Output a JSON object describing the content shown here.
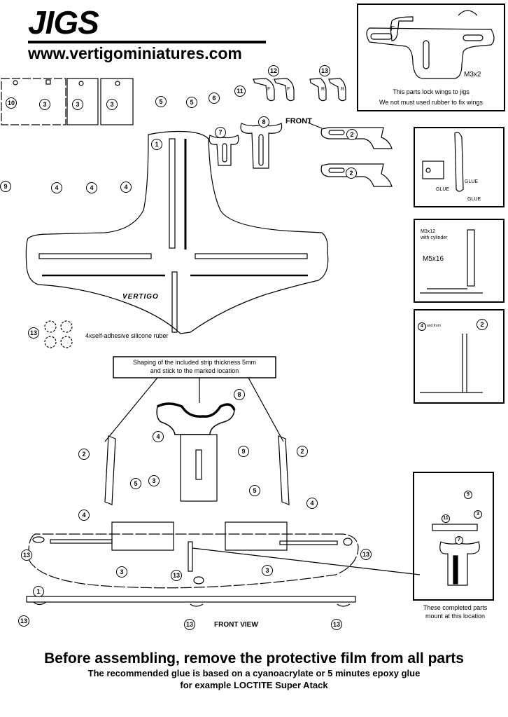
{
  "header": {
    "title": "JIGS",
    "website": "www.vertigominiatures.com"
  },
  "top_right_panel": {
    "spec": "M3x2",
    "part_letter": "F",
    "note_line1": "This parts lock wings to jigs",
    "note_line2": "We not must used rubber to fix wings"
  },
  "glue_panel": {
    "labels": [
      "GLUE",
      "GLUE",
      "GLUE"
    ]
  },
  "screws_panel": {
    "label_m3": "M3x12",
    "label_cylinder": "with cylinder",
    "label_m5": "M5x16"
  },
  "assembly_panel": {
    "label_and_from": "and from"
  },
  "mount_panel": {
    "caption_line1": "These completed parts",
    "caption_line2": "mount at this location"
  },
  "parts_sheet": {
    "callouts_row1": [
      "10",
      "3",
      "3",
      "3",
      "5",
      "5",
      "6",
      "11",
      "12",
      "13"
    ],
    "callouts_row2": [
      "9",
      "4",
      "4",
      "4",
      "1",
      "7",
      "8",
      "2",
      "2"
    ],
    "wing_letters": [
      "F",
      "F",
      "R",
      "R"
    ],
    "front_label": "FRONT",
    "base_logo": "VERTIGO",
    "rubber_callout": "13",
    "rubber_label": "4xself-adhesive silicone ruber"
  },
  "assembly": {
    "strip_note_line1": "Shaping of the included strip thickness 5mm",
    "strip_note_line2": "and stick to the marked location",
    "callouts": [
      "8",
      "4",
      "9",
      "3",
      "2",
      "2",
      "5",
      "5",
      "4",
      "4",
      "3",
      "3",
      "13",
      "13",
      "13",
      "1"
    ],
    "front_view_label": "FRONT VIEW",
    "front_view_callouts": [
      "13",
      "13",
      "13"
    ]
  },
  "footer": {
    "line1": "Before assembling, remove the protective film from all parts",
    "line2": "The recommended glue is based on a cyanoacrylate or 5 minutes epoxy glue",
    "line3": "for example LOCTITE Super Atack"
  }
}
